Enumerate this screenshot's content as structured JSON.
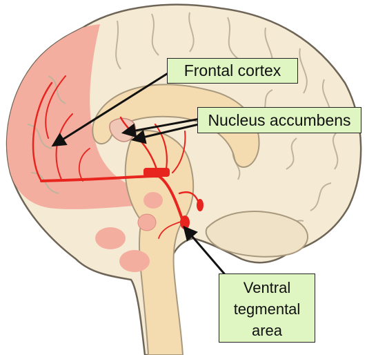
{
  "labels": {
    "frontal_cortex": "Frontal cortex",
    "nucleus_accumbens": "Nucleus accumbens",
    "vta": {
      "line1": "Ventral",
      "line2": "tegmental",
      "line3": "area"
    }
  },
  "colors": {
    "brain_fill": "#f5ead3",
    "brain_outline": "#6e6557",
    "highlight_region": "#f4aea0",
    "pathway": "#e8241f",
    "label_fill": "#dff5c2",
    "arrow": "#111111"
  }
}
